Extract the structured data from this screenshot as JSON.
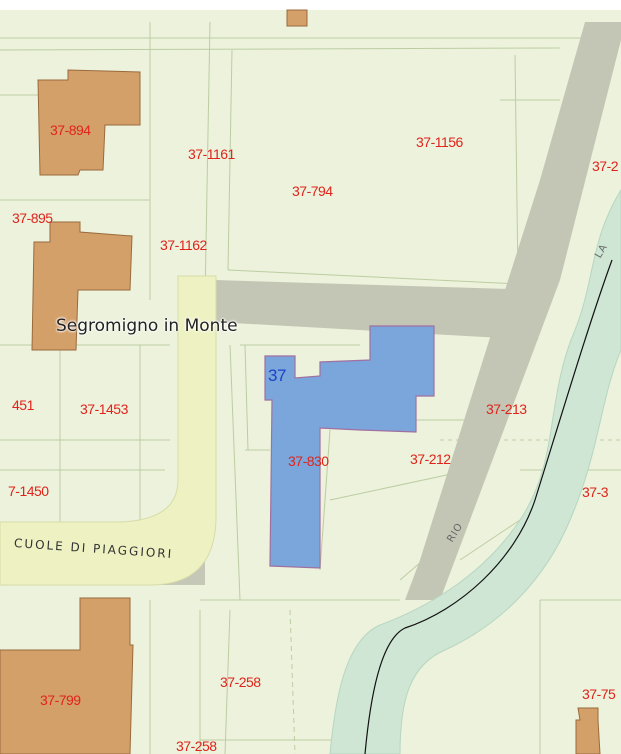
{
  "map": {
    "place_name": "Segromigno in Monte",
    "street_label": "CUOLE DI PIAGGIORI",
    "river_label": "RIO",
    "river_label_top": "LA",
    "highlight_label": "37",
    "parcels": [
      "37-894",
      "37-1161",
      "37-1156",
      "37-2",
      "37-794",
      "37-895",
      "37-1162",
      "451",
      "37-1453",
      "7-1450",
      "37-830",
      "37-212",
      "37-213",
      "37-3",
      "37-799",
      "37-258",
      "37-258",
      "37-75"
    ],
    "colors": {
      "background": "#ecf2dc",
      "parcel_line": "#b8c9a0",
      "road_grey": "#c3c6b4",
      "street_yellow": "#eef2c2",
      "building": "#d4a06a",
      "building_edge": "#9a6a3c",
      "highlight": "#7aa6dc",
      "highlight_edge": "#a070a0",
      "river": "#cfe6d4",
      "label_red": "#e0241b",
      "label_blue": "#1a44c8"
    }
  }
}
